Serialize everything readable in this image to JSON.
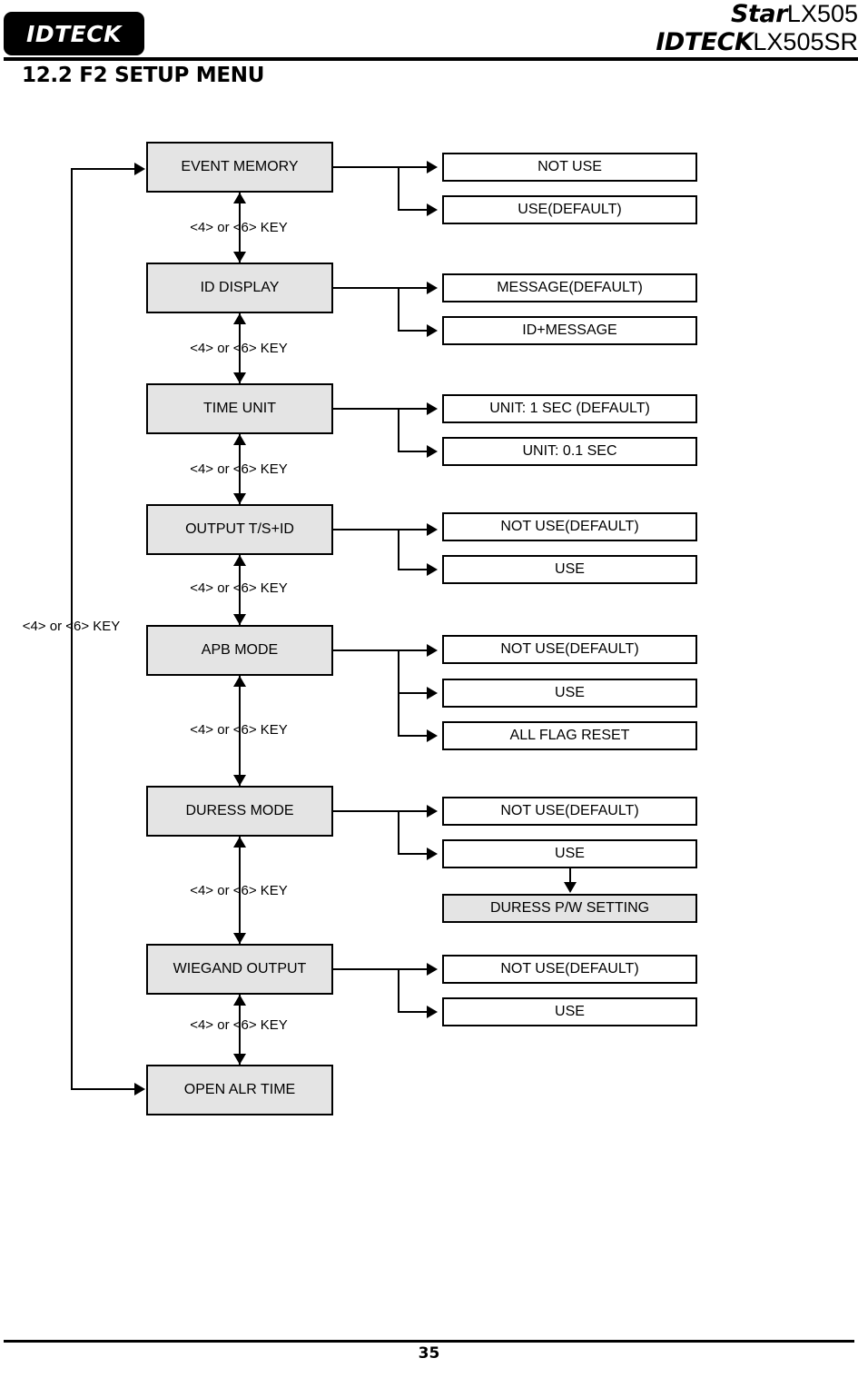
{
  "header": {
    "logo_text": "IDTECK",
    "product_brand": "Star",
    "product_model": "LX505",
    "company_brand": "IDTECK",
    "company_model": "LX505SR"
  },
  "page_title": "12.2 F2 SETUP MENU",
  "footer": {
    "page_number": "35"
  },
  "key_label": "<4> or <6> KEY",
  "loop_label": "<4> or <6> KEY",
  "colors": {
    "menu_box_fill": "#e4e4e4",
    "option_box_fill": "#ffffff",
    "filled_option_fill": "#e4e4e4",
    "line": "#000000"
  },
  "menu_items": [
    {
      "label": "EVENT MEMORY",
      "options": [
        "NOT USE",
        "USE(DEFAULT)"
      ]
    },
    {
      "label": "ID DISPLAY",
      "options": [
        "MESSAGE(DEFAULT)",
        "ID+MESSAGE"
      ]
    },
    {
      "label": "TIME UNIT",
      "options": [
        "UNIT: 1 SEC (DEFAULT)",
        "UNIT: 0.1 SEC"
      ]
    },
    {
      "label": "OUTPUT T/S+ID",
      "options": [
        "NOT USE(DEFAULT)",
        "USE"
      ]
    },
    {
      "label": "APB MODE",
      "options": [
        "NOT USE(DEFAULT)",
        "USE",
        "ALL FLAG RESET"
      ]
    },
    {
      "label": "DURESS MODE",
      "options": [
        "NOT USE(DEFAULT)",
        "USE"
      ],
      "sub_option": "DURESS P/W SETTING"
    },
    {
      "label": "WIEGAND OUTPUT",
      "options": [
        "NOT USE(DEFAULT)",
        "USE"
      ]
    },
    {
      "label": "OPEN ALR TIME",
      "options": []
    }
  ]
}
